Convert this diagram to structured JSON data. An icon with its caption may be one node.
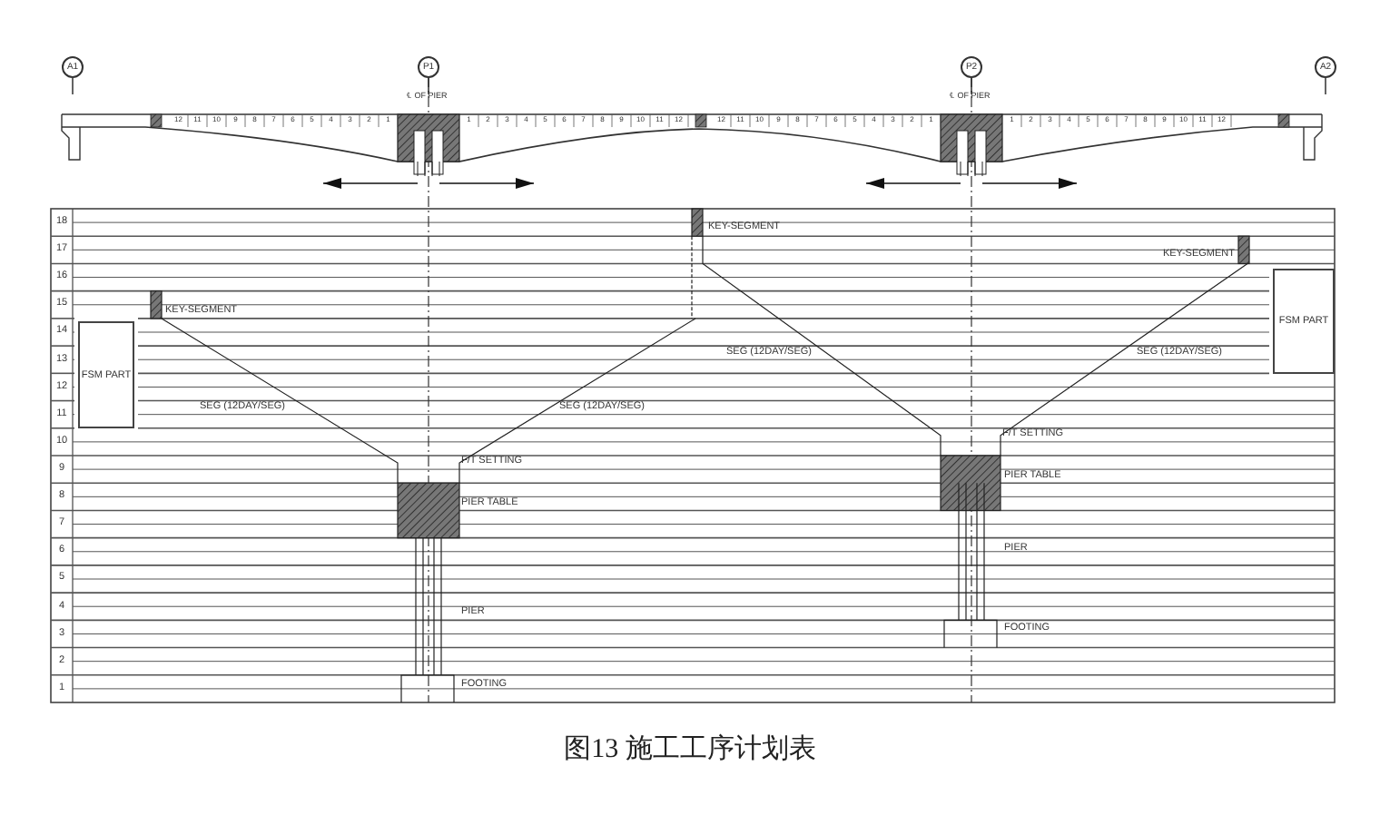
{
  "diagram": {
    "caption": "图13 施工工序计划表",
    "nodes": [
      {
        "text": [
          "A1"
        ]
      },
      {
        "text": [
          "P1"
        ]
      },
      {
        "text": [
          "P2"
        ]
      },
      {
        "text": [
          "A2"
        ]
      },
      {
        "text": [
          "FSM PART"
        ]
      },
      {
        "text": [
          "FSM PART"
        ]
      }
    ],
    "labels": [
      "℄ OF PIER",
      "℄ OF PIER",
      "12",
      "11",
      "10",
      "9",
      "8",
      "7",
      "6",
      "5",
      "4",
      "3",
      "2",
      "1",
      "1",
      "2",
      "3",
      "4",
      "5",
      "6",
      "7",
      "8",
      "9",
      "10",
      "11",
      "12",
      "12",
      "11",
      "10",
      "9",
      "8",
      "7",
      "6",
      "5",
      "4",
      "3",
      "2",
      "1",
      "1",
      "2",
      "3",
      "4",
      "5",
      "6",
      "7",
      "8",
      "9",
      "10",
      "11",
      "12",
      "18",
      "17",
      "16",
      "15",
      "14",
      "13",
      "12",
      "11",
      "10",
      "9",
      "8",
      "7",
      "6",
      "5",
      "4",
      "3",
      "2",
      "1",
      "KEY-SEGMENT",
      "KEY-SEGMENT",
      "KEY-SEGMENT",
      "SEG (12DAY/SEG)",
      "SEG (12DAY/SEG)",
      "SEG (12DAY/SEG)",
      "SEG (12DAY/SEG)",
      "F/T SETTING",
      "PIER TABLE",
      "F/T SETTING",
      "PIER TABLE",
      "PIER",
      "PIER",
      "FOOTING",
      "FOOTING"
    ]
  }
}
